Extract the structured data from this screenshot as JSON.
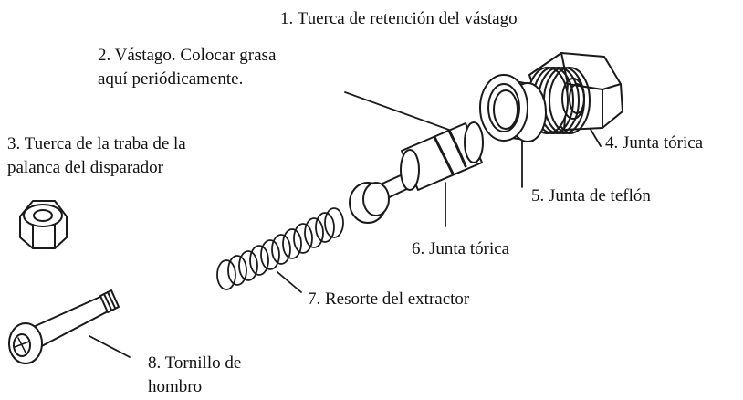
{
  "labels": {
    "l1": "1. Tuerca de retención del vástago",
    "l2a": "2. Vástago. Colocar grasa",
    "l2b": "aquí periódicamente.",
    "l3a": "3. Tuerca de la traba de la",
    "l3b": "palanca del disparador",
    "l4": "4. Junta tórica",
    "l5": "5. Junta de teflón",
    "l6": "6. Junta tórica",
    "l7": "7. Resorte del extractor",
    "l8a": "8. Tornillo de",
    "l8b": "hombro"
  },
  "colors": {
    "ink": "#1a1a1a",
    "text": "#111111",
    "background": "#ffffff"
  }
}
